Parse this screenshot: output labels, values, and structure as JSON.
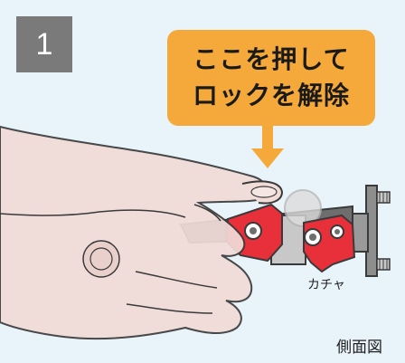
{
  "step": {
    "number": "1"
  },
  "callout": {
    "line1": "ここを押して",
    "line2": "ロックを解除"
  },
  "labels": {
    "click_sound": "カチャ",
    "view": "側面図"
  },
  "colors": {
    "background": "#e8f4fa",
    "badge": "#7a7a7a",
    "callout": "#f5a93a",
    "arrow": "#f5a93a",
    "lock_part": "#e8303a",
    "hand_skin": "#f1dcd8",
    "hand_outline": "#3a3a3a",
    "bracket": "#8e8e8e"
  },
  "icons": [
    "down-arrow-icon",
    "hand-illustration",
    "lock-mechanism-illustration",
    "wall-bracket-illustration"
  ]
}
